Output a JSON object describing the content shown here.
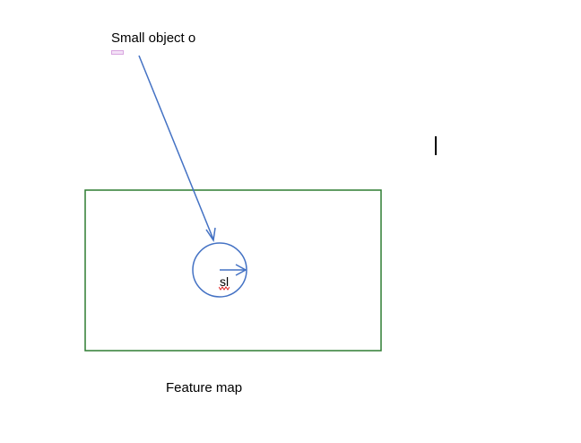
{
  "labels": {
    "small_object": "Small object o",
    "feature_map": "Feature map",
    "radius": "sl"
  },
  "colors": {
    "feature_map_border": "#2e7d32",
    "circle_stroke": "#4472c4",
    "arrow_stroke": "#4472c4",
    "marker_fill": "#f3e1f6",
    "squiggle": "#e02020"
  },
  "icons": {
    "text_cursor": "text-cursor-icon",
    "object_marker": "small-object-marker-icon"
  }
}
